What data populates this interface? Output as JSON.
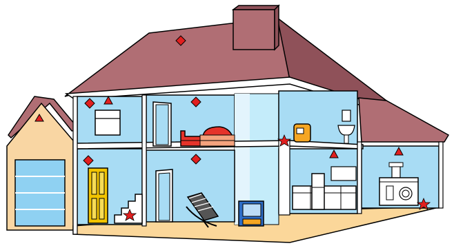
{
  "colors": {
    "roof": "#b06e74",
    "roof_dark": "#8f5159",
    "wall_outline": "#000000",
    "room_blue": "#a8dcf4",
    "room_blue_light": "#c4ecfa",
    "stair_column": "#cfe9fb",
    "floor": "#fbd79a",
    "garage_wall": "#f9d6a3",
    "garage_door": "#8fd1f2",
    "door_yellow": "#f2c400",
    "marker_red": "#e11f1f",
    "white": "#ffffff"
  },
  "icons": {
    "diamond": "smoke-detector-diamond",
    "triangle": "heat-detector-triangle",
    "star": "co-detector-star"
  }
}
